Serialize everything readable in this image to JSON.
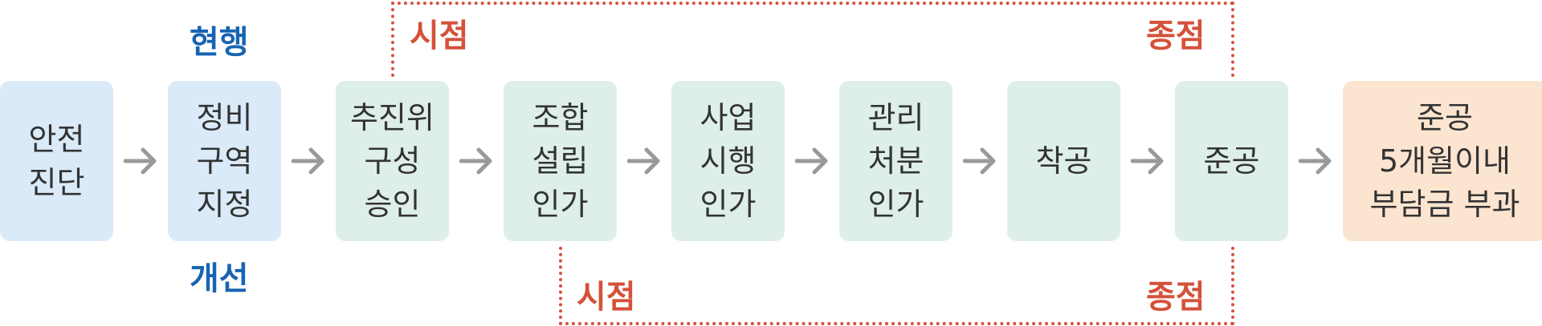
{
  "labels": {
    "current": "현행",
    "improved": "개선",
    "start_top": "시점",
    "end_top": "종점",
    "start_bottom": "시점",
    "end_bottom": "종점"
  },
  "steps": [
    {
      "lines": [
        "안전",
        "진단"
      ],
      "color": "blue"
    },
    {
      "lines": [
        "정비",
        "구역",
        "지정"
      ],
      "color": "blue"
    },
    {
      "lines": [
        "추진위",
        "구성",
        "승인"
      ],
      "color": "green"
    },
    {
      "lines": [
        "조합",
        "설립",
        "인가"
      ],
      "color": "green"
    },
    {
      "lines": [
        "사업",
        "시행",
        "인가"
      ],
      "color": "green"
    },
    {
      "lines": [
        "관리",
        "처분",
        "인가"
      ],
      "color": "green"
    },
    {
      "lines": [
        "착공"
      ],
      "color": "green"
    },
    {
      "lines": [
        "준공"
      ],
      "color": "green"
    },
    {
      "lines": [
        "준공",
        "5개월이내",
        "부담금 부과"
      ],
      "color": "orange"
    }
  ],
  "colors": {
    "accent_red": "#d4513a",
    "accent_blue": "#1763b3",
    "arrow_gray": "#9a9a9a"
  },
  "icons": {
    "arrow": "arrow-right-icon"
  }
}
